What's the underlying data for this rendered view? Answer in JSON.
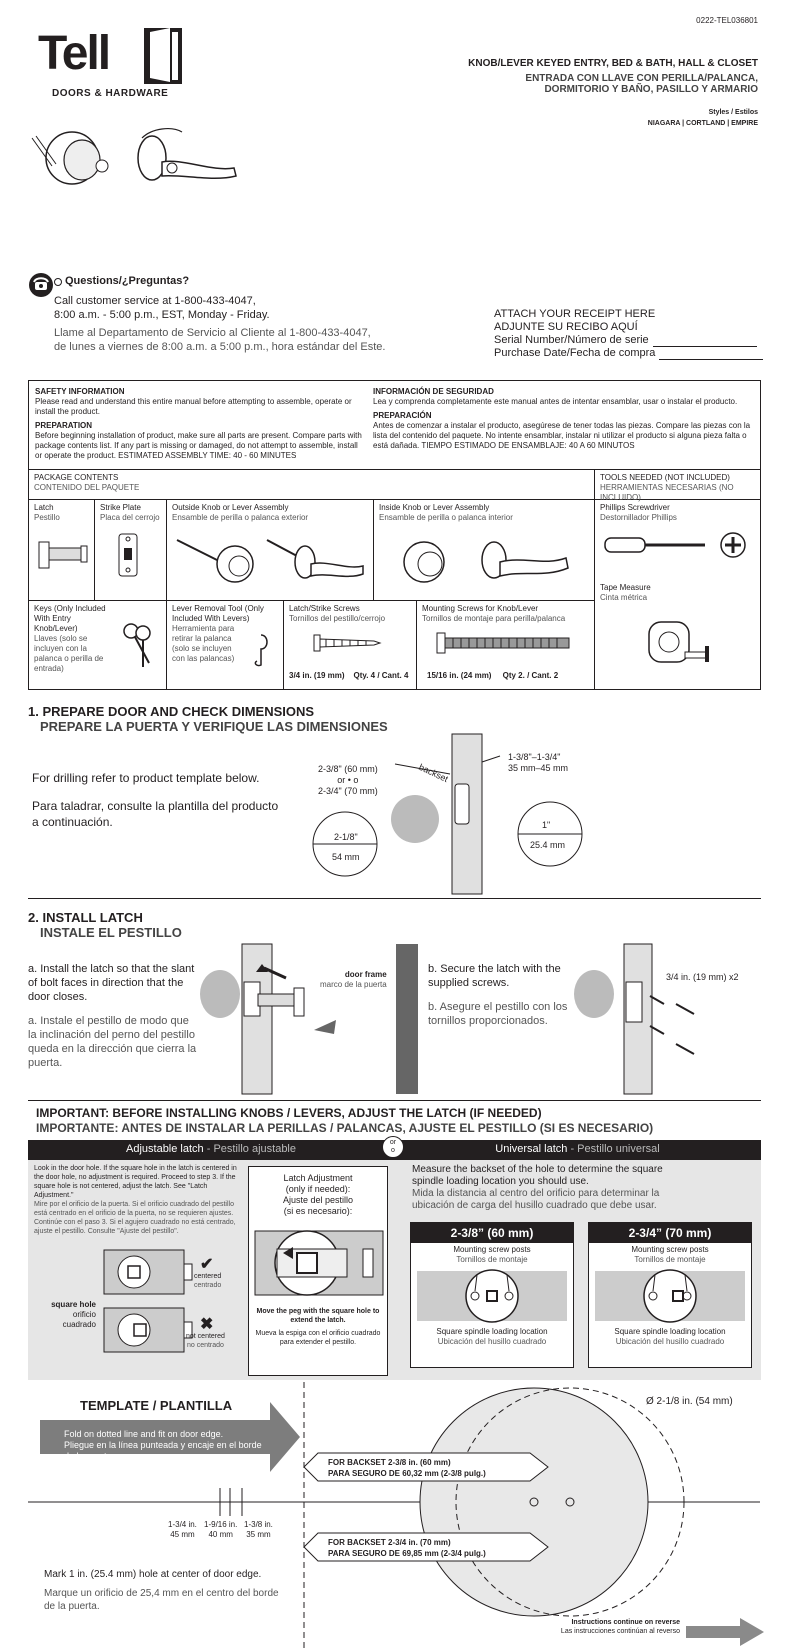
{
  "doc_code": "0222-TEL036801",
  "brand": {
    "name": "Tell",
    "tagline": "DOORS & HARDWARE"
  },
  "title_en": "KNOB/LEVER KEYED ENTRY, BED & BATH, HALL & CLOSET",
  "title_es_1": "ENTRADA CON LLAVE CON PERILLA/PALANCA,",
  "title_es_2": "DORMITORIO Y BAÑO, PASILLO Y ARMARIO",
  "styles_label": "Styles / Estilos",
  "styles_list": "NIAGARA | CORTLAND | EMPIRE",
  "questions": {
    "heading": "Questions/¿Preguntas?",
    "en_1": "Call customer service at 1-800-433-4047,",
    "en_2": "8:00 a.m. - 5:00 p.m., EST, Monday - Friday.",
    "es_1": "Llame al Departamento de Servicio al Cliente al 1-800-433-4047,",
    "es_2": "de lunes a viernes de 8:00 a.m. a 5:00 p.m., hora estándar del Este."
  },
  "receipt": {
    "line1": "ATTACH YOUR RECEIPT HERE",
    "line2": "ADJUNTE SU RECIBO AQUÍ",
    "serial": "Serial Number/Número de serie",
    "purchase": "Purchase Date/Fecha de compra"
  },
  "safety": {
    "en_title": "SAFETY INFORMATION",
    "en_text": "Please read and understand this entire manual before attempting to assemble, operate or install the product.",
    "en_prep_title": "PREPARATION",
    "en_prep": "Before beginning installation of product, make sure all parts are present. Compare parts with package contents list. If any part is missing or damaged, do not attempt to assemble, install or operate the product. ESTIMATED ASSEMBLY TIME: 40 - 60 MINUTES",
    "es_title": "INFORMACIÓN DE SEGURIDAD",
    "es_text": "Lea y comprenda completamente este manual antes de intentar ensamblar, usar o instalar el producto.",
    "es_prep_title": "PREPARACIÓN",
    "es_prep": "Antes de comenzar a instalar el producto, asegúrese de tener todas las piezas. Compare las piezas con la lista del contenido del paquete. No intente ensamblar, instalar ni utilizar el producto si alguna pieza falta o está dañada. TIEMPO ESTIMADO DE ENSAMBLAJE: 40 A 60 MINUTOS"
  },
  "package": {
    "title_en": "PACKAGE CONTENTS",
    "title_es": "CONTENIDO DEL PAQUETE",
    "tools_en": "TOOLS NEEDED (NOT INCLUDED)",
    "tools_es": "HERRAMIENTAS NECESARIAS (NO INCLUIDO)",
    "latch_en": "Latch",
    "latch_es": "Pestillo",
    "strike_en": "Strike Plate",
    "strike_es": "Placa del cerrojo",
    "outside_en": "Outside Knob or Lever Assembly",
    "outside_es": "Ensamble de perilla o palanca exterior",
    "inside_en": "Inside Knob or Lever Assembly",
    "inside_es": "Ensamble de perilla o palanca interior",
    "phillips_en": "Phillips Screwdriver",
    "phillips_es": "Destornillador Phillips",
    "tape_en": "Tape Measure",
    "tape_es": "Cinta métrica",
    "keys_en": "Keys (Only Included With Entry Knob/Lever)",
    "keys_es": "Llaves (solo se incluyen con la palanca o perilla de entrada)",
    "tool_en": "Lever Removal Tool (Only Included With Levers)",
    "tool_es": "Herramienta para retirar la palanca (solo se incluyen con las palancas)",
    "latchscrews_en": "Latch/Strike Screws",
    "latchscrews_es": "Tornillos del pestillo/cerrojo",
    "latchscrews_size": "3/4 in. (19 mm)",
    "latchscrews_qty": "Qty. 4 / Cant. 4",
    "mountscrews_en": "Mounting Screws for Knob/Lever",
    "mountscrews_es": "Tornillos de montaje para perilla/palanca",
    "mountscrews_size": "15/16 in. (24 mm)",
    "mountscrews_qty": "Qty 2. / Cant. 2"
  },
  "step1": {
    "title_en": "1. PREPARE DOOR AND CHECK DIMENSIONS",
    "title_es": "PREPARE LA PUERTA Y VERIFIQUE LAS DIMENSIONES",
    "text_en": "For drilling refer to product template below.",
    "text_es": "Para taladrar, consulte la plantilla del producto a continuación.",
    "dim_backset": "2-3/8\" (60 mm)",
    "dim_or": "or • o",
    "dim_backset2": "2-3/4\" (70 mm)",
    "dim_backset_label": "backset",
    "dim_thick": "1-3/8\"–1-3/4\"",
    "dim_thick_mm": "35 mm–45 mm",
    "dim_bore": "2-1/8\"",
    "dim_bore_mm": "54 mm",
    "dim_edge": "1\"",
    "dim_edge_mm": "25.4 mm"
  },
  "step2": {
    "title_en": "2. INSTALL LATCH",
    "title_es": "INSTALE EL PESTILLO",
    "a_en": "a. Install the latch so that the slant of bolt faces in direction that the door closes.",
    "a_es": "a. Instale el pestillo de modo que la inclinación del perno del pestillo queda en la dirección que cierra la puerta.",
    "door_frame_en": "door frame",
    "door_frame_es": "marco de la puerta",
    "b_en": "b. Secure the latch with the supplied screws.",
    "b_es": "b. Asegure el pestillo con los tornillos proporcionados.",
    "screw_label": "3/4 in. (19 mm) x2"
  },
  "important": {
    "en": "IMPORTANT: BEFORE INSTALLING KNOBS / LEVERS, ADJUST THE LATCH (IF NEEDED)",
    "es": "IMPORTANTE: ANTES DE INSTALAR LA PERILLAS / PALANCAS, AJUSTE EL PESTILLO (SI ES NECESARIO)",
    "adj_en": "Adjustable latch",
    "adj_es": " - Pestillo ajustable",
    "or": "or",
    "o": "o",
    "uni_en": "Universal latch",
    "uni_es": " - Pestillo universal",
    "adj_text_en": "Look in the door hole. If the square hole in the latch is centered in the door hole, no adjustment is required. Proceed to step 3. If the square hole is not centered, adjust the latch. See \"Latch Adjustment.\"",
    "adj_text_es": "Mire por el orificio de la puerta. Si el orificio cuadrado del pestillo está centrado en el orificio de la puerta, no se requieren ajustes. Continúe con el paso 3. Si el agujero cuadrado no está centrado, ajuste el pestillo. Consulte \"Ajuste del pestillo\".",
    "centered_en": "centered",
    "centered_es": "centrado",
    "notcentered_en": "not centered",
    "notcentered_es": "no centrado",
    "square_hole_en": "square hole",
    "square_hole_es_1": "orificio",
    "square_hole_es_2": "cuadrado",
    "la_title_1": "Latch Adjustment",
    "la_title_2": "(only if needed):",
    "la_title_es_1": "Ajuste del pestillo",
    "la_title_es_2": "(si es necesario):",
    "la_note_en": "Move the peg with the square hole to extend the latch.",
    "la_note_es": "Mueva la espiga con el orificio cuadrado para extender el pestillo.",
    "uni_text_en": "Measure the backset of the hole to determine the square spindle loading location you should use.",
    "uni_text_es": "Mida la distancia al centro del orificio para determinar la ubicación de carga del husillo cuadrado que debe usar.",
    "card1_title": "2-3/8” (60 mm)",
    "card2_title": "2-3/4” (70 mm)",
    "posts_en": "Mounting screw posts",
    "posts_es": "Tornillos de montaje",
    "spindle_en": "Square spindle loading location",
    "spindle_es": "Ubicación del husillo cuadrado"
  },
  "template": {
    "title": "TEMPLATE / PLANTILLA",
    "fold_en": "Fold on dotted line and fit on door edge.",
    "fold_es": "Pliegue en la línea punteada y encaje en el borde de la puerta.",
    "diam": "Ø 2-1/8 in. (54 mm)",
    "b60_en": "FOR BACKSET 2-3/8 in. (60 mm)",
    "b60_es": "PARA SEGURO DE 60,32 mm (2-3/8 pulg.)",
    "b70_en": "FOR BACKSET 2-3/4 in. (70 mm)",
    "b70_es": "PARA SEGURO DE 69,85 mm (2-3/4 pulg.)",
    "t1": "1-3/4 in.",
    "t1mm": "45 mm",
    "t2": "1-9/16 in.",
    "t2mm": "40 mm",
    "t3": "1-3/8 in.",
    "t3mm": "35 mm",
    "mark_en": "Mark 1 in. (25.4 mm) hole at center of door edge.",
    "mark_es": "Marque un orificio de 25,4 mm en el centro del borde de la puerta.",
    "continue_en": "Instructions continue on reverse",
    "continue_es": "Las instrucciones continúan al reverso"
  }
}
